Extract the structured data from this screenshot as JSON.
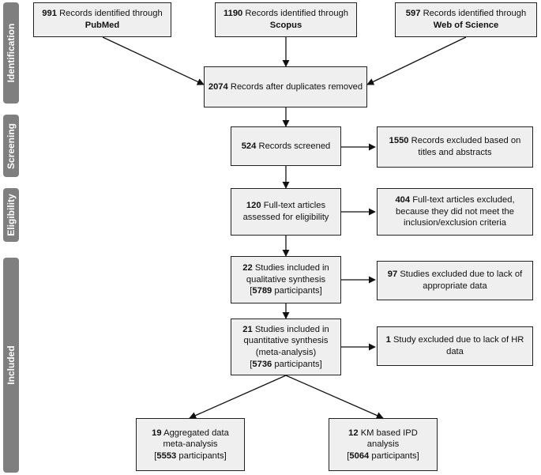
{
  "phases": {
    "identification": "Identification",
    "screening": "Screening",
    "eligibility": "Eligibility",
    "included": "Included"
  },
  "boxes": {
    "pubmed": {
      "num": "991",
      "text": "Records identified through",
      "bold": "PubMed"
    },
    "scopus": {
      "num": "1190",
      "text": "Records identified through",
      "bold": "Scopus"
    },
    "wos": {
      "num": "597",
      "text": "Records identified through",
      "bold": "Web of Science"
    },
    "dedup": {
      "num": "2074",
      "text": "Records after duplicates removed"
    },
    "screened": {
      "num": "524",
      "text": "Records screened"
    },
    "excluded_titles": {
      "num": "1550",
      "text": "Records excluded based on",
      "line2": "titles and abstracts"
    },
    "fulltext": {
      "num": "120",
      "text": "Full-text articles",
      "line2": "assessed for eligibility"
    },
    "fulltext_excluded": {
      "num": "404",
      "text": "Full-text articles excluded,",
      "line2": "because they did not meet the",
      "line3": "inclusion/exclusion criteria"
    },
    "qualitative": {
      "num": "22",
      "text": "Studies included in",
      "line2": "qualitative synthesis",
      "pre": "[",
      "bold": "5789",
      "post": " participants]"
    },
    "excluded_data": {
      "num": "97",
      "text": "Studies excluded due to lack of",
      "line2": "appropriate data"
    },
    "quantitative": {
      "num": "21",
      "text": "Studies included in",
      "line2": "quantitative synthesis",
      "line3": "(meta-analysis)",
      "pre": "[",
      "bold": "5736",
      "post": " participants]"
    },
    "excluded_hr": {
      "num": "1",
      "text": "Study excluded due to lack of HR",
      "line2": "data"
    },
    "aggregated": {
      "num": "19",
      "text": "Aggregated data",
      "line2": "meta-analysis",
      "pre": "[",
      "bold": "5553",
      "post": " participants]"
    },
    "ipd": {
      "num": "12",
      "text": "KM based IPD",
      "line2": "analysis",
      "pre": "[",
      "bold": "5064",
      "post": " participants]"
    }
  }
}
